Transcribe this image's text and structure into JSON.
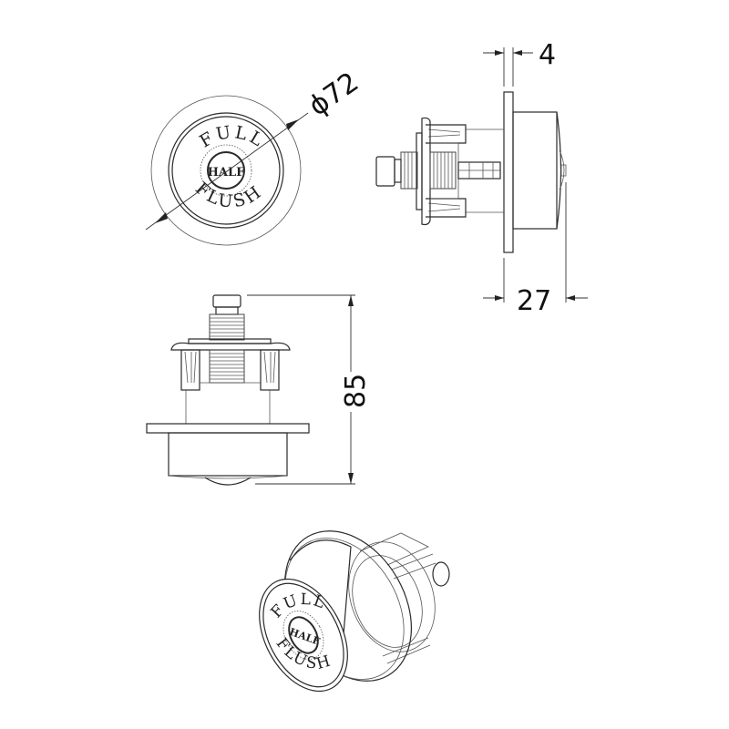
{
  "drawing": {
    "title": "Dual flush push button technical drawing",
    "stroke_color": "#2a2a2a",
    "background": "#ffffff"
  },
  "front_view": {
    "button_labels": {
      "top": "FULL",
      "bottom": "FLUSH",
      "center": "HALF"
    },
    "dimension": {
      "label": "ϕ72",
      "meaning": "diameter 72"
    }
  },
  "side_view_right": {
    "dimension_flange": {
      "label": "4"
    },
    "dimension_depth": {
      "label": "27"
    }
  },
  "side_view_bottom": {
    "dimension_height": {
      "label": "85"
    }
  },
  "isometric_view": {
    "button_labels": {
      "top": "FULL",
      "bottom": "FLUSH",
      "center": "HALF"
    }
  }
}
